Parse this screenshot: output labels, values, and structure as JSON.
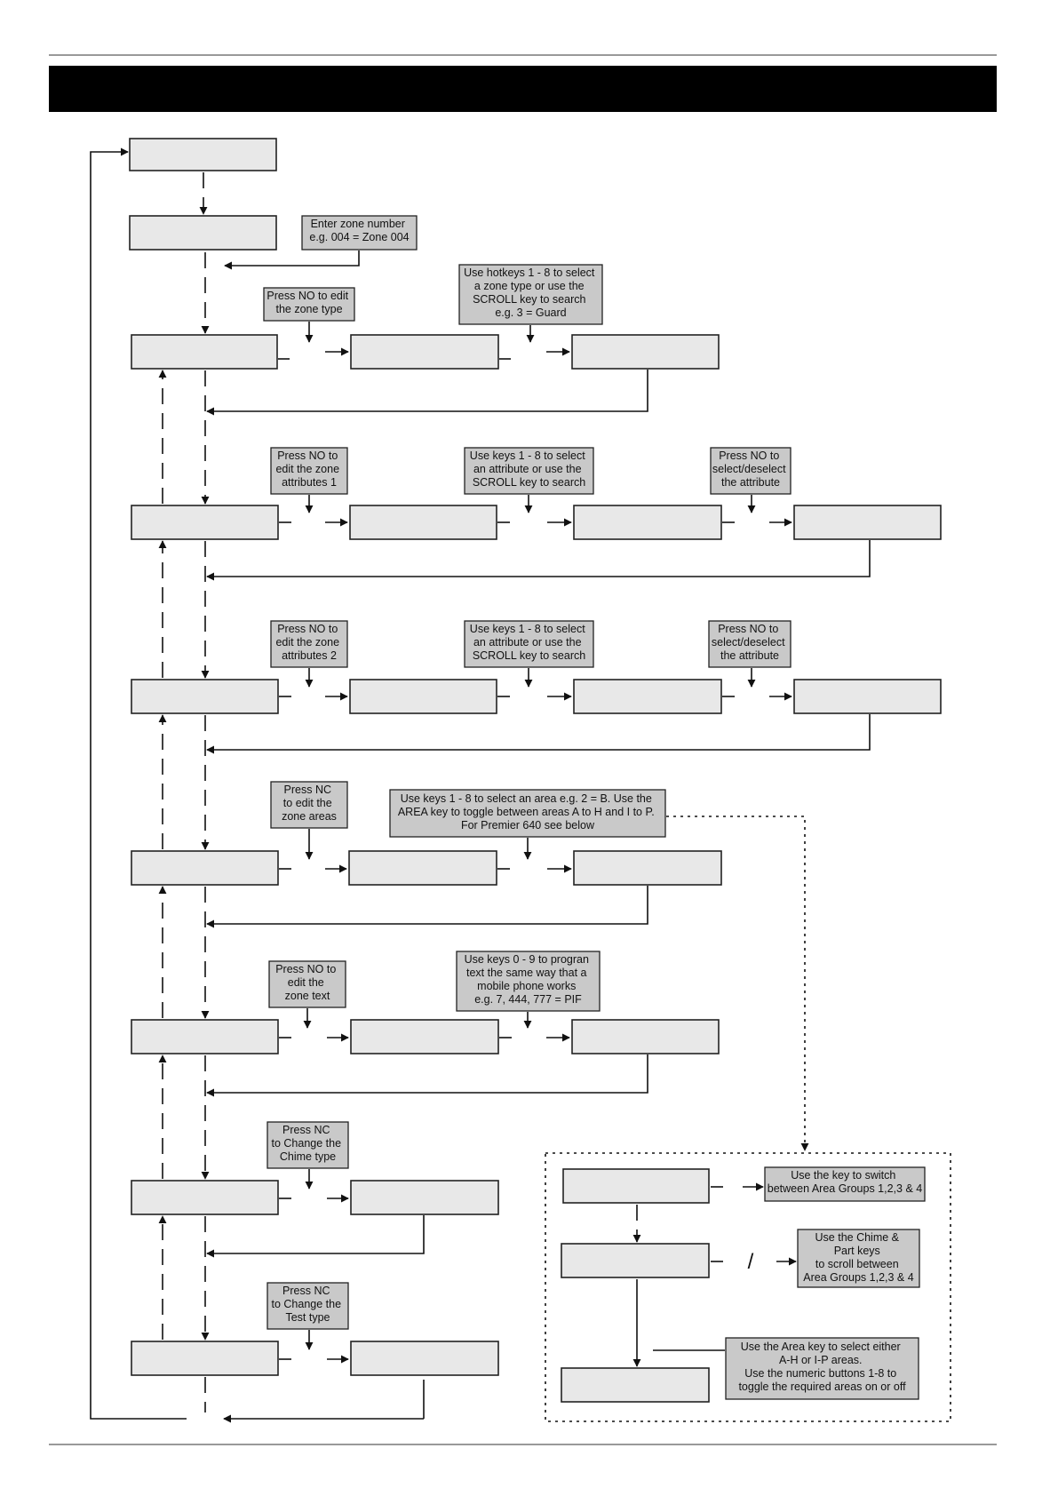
{
  "notes": {
    "enter_zone": [
      "Enter zone number",
      "e.g. 004 = Zone 004"
    ],
    "press_no_zone_type": [
      "Press NO to edit",
      "the zone type"
    ],
    "hotkeys_zone_type": [
      "Use hotkeys 1 - 8 to select",
      "a zone type or use the",
      "SCROLL key to search",
      "e.g. 3 = Guard"
    ],
    "press_no_attr1": [
      "Press NO to",
      "edit the zone",
      "attributes 1"
    ],
    "keys_attr1": [
      "Use keys 1 - 8 to select",
      "an attribute or use the",
      "SCROLL key to search"
    ],
    "select_attr1": [
      "Press NO to",
      "select/deselect",
      "the attribute"
    ],
    "press_no_attr2": [
      "Press NO to",
      "edit the zone",
      "attributes 2"
    ],
    "keys_attr2": [
      "Use keys 1 - 8 to select",
      "an attribute or use the",
      "SCROLL key to search"
    ],
    "select_attr2": [
      "Press NO to",
      "select/deselect",
      "the attribute"
    ],
    "press_no_areas": [
      "Press NC",
      "to edit the",
      "zone areas"
    ],
    "keys_areas": [
      "Use keys 1 - 8 to select an area e.g. 2 = B. Use the",
      "AREA key to toggle between areas A to H and I to P.",
      "For Premier 640 see below"
    ],
    "press_no_text": [
      "Press NO to",
      "edit the",
      "zone text"
    ],
    "keys_text": [
      "Use keys 0 - 9 to progran",
      "text the same way that a",
      "mobile phone works",
      "e.g. 7, 444, 777 = PIF"
    ],
    "press_no_chime": [
      "Press NC",
      "to Change the",
      "Chime type"
    ],
    "press_no_test": [
      "Press NC",
      "to Change the",
      "Test type"
    ],
    "area_groups_switch": [
      "Use the       key to switch",
      "between Area Groups 1,2,3 & 4"
    ],
    "area_groups_scroll": [
      "Use the Chime &",
      "Part keys",
      "to scroll between",
      "Area Groups 1,2,3 & 4"
    ],
    "area_select": [
      "Use the Area key to select either",
      "A-H or I-P areas.",
      "Use the numeric buttons 1-8 to",
      "toggle the required areas on or off"
    ]
  },
  "slash_symbol": "/"
}
